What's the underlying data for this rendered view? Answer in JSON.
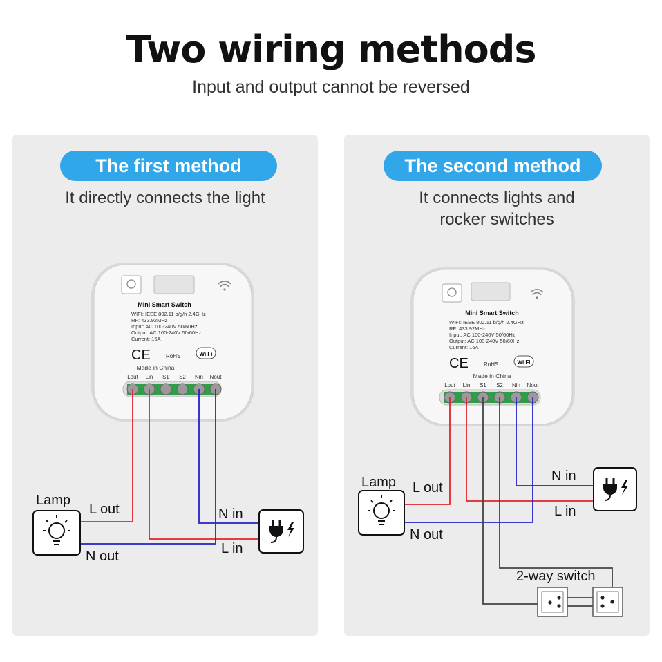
{
  "header": {
    "title": "Two wiring methods",
    "subtitle": "Input and output cannot be reversed"
  },
  "device": {
    "name": "Mini Smart Switch",
    "spec_wifi": "WIFI: IEEE 802.11 b/g/h  2.4GHz",
    "spec_rf": "RF: 433.92MHz",
    "spec_input": "Input:  AC 100-240V  50/60Hz",
    "spec_output": "Output:  AC 100-240V  50/60Hz",
    "spec_current": "Current:  16A",
    "ce": "CE",
    "rohs": "RoHS",
    "wifi_badge": "Wi Fi",
    "made_in": "Made in China",
    "terminals": [
      "Lout",
      "Lin",
      "S1",
      "S2",
      "Nin",
      "Nout"
    ]
  },
  "method1": {
    "pill": "The first method",
    "description": "It directly connects the light",
    "lamp_label": "Lamp",
    "l_out": "L out",
    "n_out": "N out",
    "n_in": "N in",
    "l_in": "L in"
  },
  "method2": {
    "pill": "The second method",
    "description_line1": "It connects lights and",
    "description_line2": "rocker switches",
    "lamp_label": "Lamp",
    "l_out": "L out",
    "n_out": "N out",
    "n_in": "N in",
    "l_in": "L in",
    "switch_label": "2-way switch"
  },
  "icons": [
    "lamp-icon",
    "power-plug-icon",
    "wifi-icon",
    "bulb-indicator-icon",
    "rocker-switch-icon"
  ],
  "colors": {
    "accent": "#31a7ea",
    "live_wire": "#e0242b",
    "neutral_wire": "#2323c8",
    "switch_wire": "#444444",
    "panel_bg": "#ececec",
    "terminal_green": "#2e9e48"
  }
}
